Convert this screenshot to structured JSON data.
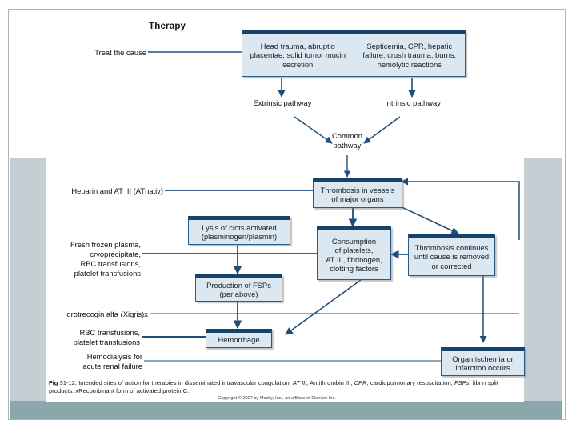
{
  "slide": {
    "title": "Therapy",
    "accent_dark": "#17436b",
    "accent_border": "#2a5a86",
    "box_fill": "#dbe7f1",
    "band_light": "#c4ced3",
    "band_teal": "#8aa7ab",
    "arrow_color": "#1f4e79"
  },
  "chart_data": {
    "type": "diagram",
    "title": "Intended sites of action for therapies in disseminated intravascular coagulation",
    "nodes": [
      {
        "id": "causes-obstetric",
        "label": "Head trauma, abruptio placentae, solid tumor mucin secretion"
      },
      {
        "id": "causes-systemic",
        "label": "Septicemia, CPR, hepatic failure, crush trauma, burns, hemolytic reactions"
      },
      {
        "id": "extrinsic-pathway",
        "label": "Extrinsic pathway"
      },
      {
        "id": "intrinsic-pathway",
        "label": "Intrinsic pathway"
      },
      {
        "id": "common-pathway",
        "label": "Common pathway"
      },
      {
        "id": "thrombosis-vessels",
        "label": "Thrombosis in vessels of major organs"
      },
      {
        "id": "lysis-of-clots",
        "label": "Lysis of clots activated (plasminogen/plasmin)"
      },
      {
        "id": "consumption",
        "label": "Consumption of platelets, AT III, fibrinogen, clotting factors"
      },
      {
        "id": "thrombosis-continues",
        "label": "Thrombosis continues until cause is removed or corrected"
      },
      {
        "id": "production-fsps",
        "label": "Production of FSPs (per above)"
      },
      {
        "id": "hemorrhage",
        "label": "Hemorrhage"
      },
      {
        "id": "organ-ischemia",
        "label": "Organ ischemia or infarction occurs"
      }
    ],
    "edges": [
      {
        "from": "causes-obstetric",
        "to": "extrinsic-pathway"
      },
      {
        "from": "causes-systemic",
        "to": "intrinsic-pathway"
      },
      {
        "from": "extrinsic-pathway",
        "to": "common-pathway"
      },
      {
        "from": "intrinsic-pathway",
        "to": "common-pathway"
      },
      {
        "from": "common-pathway",
        "to": "thrombosis-vessels"
      },
      {
        "from": "thrombosis-vessels",
        "to": "consumption"
      },
      {
        "from": "thrombosis-vessels",
        "to": "thrombosis-continues"
      },
      {
        "from": "thrombosis-continues",
        "to": "thrombosis-vessels"
      },
      {
        "from": "thrombosis-continues",
        "to": "consumption"
      },
      {
        "from": "thrombosis-continues",
        "to": "organ-ischemia"
      },
      {
        "from": "lysis-of-clots",
        "to": "production-fsps"
      },
      {
        "from": "production-fsps",
        "to": "hemorrhage"
      },
      {
        "from": "consumption",
        "to": "hemorrhage"
      }
    ],
    "therapy_connectors": [
      {
        "label": "Treat the cause",
        "target": "causes-obstetric"
      },
      {
        "label": "Heparin and AT III (ATnativ)",
        "target": "thrombosis-vessels"
      },
      {
        "label": "Fresh frozen plasma, cryoprecipitate, RBC transfusions, platelet transfusions",
        "target": "consumption"
      },
      {
        "label": "drotrecogin alfa (Xigris)x",
        "target": "organ-ischemia"
      },
      {
        "label": "RBC transfusions, platelet transfusions",
        "target": "hemorrhage"
      },
      {
        "label": "Hemodialysis for acute renal failure",
        "target": "organ-ischemia"
      }
    ]
  },
  "nodes": {
    "causes_obstetric": {
      "lines": [
        "Head trauma, abruptio",
        "placentae, solid tumor",
        "mucin secretion"
      ]
    },
    "causes_systemic": {
      "lines": [
        "Septicemia, CPR, hepatic",
        "failure, crush trauma, burns,",
        "hemolytic reactions"
      ]
    },
    "thrombosis_vessels": {
      "lines": [
        "Thrombosis in vessels",
        "of major organs"
      ]
    },
    "lysis_of_clots": {
      "lines": [
        "Lysis of clots activated",
        "(plasminogen/plasmin)"
      ]
    },
    "consumption": {
      "lines": [
        "Consumption",
        "of platelets,",
        "AT III, fibrinogen,",
        "clotting factors"
      ]
    },
    "thrombosis_continues": {
      "lines": [
        "Thrombosis continues",
        "until cause is removed",
        "or corrected"
      ]
    },
    "production_fsps": {
      "lines": [
        "Production of FSPs",
        "(per above)"
      ]
    },
    "hemorrhage": {
      "lines": [
        "Hemorrhage"
      ]
    },
    "organ_ischemia": {
      "lines": [
        "Organ ischemia or",
        "infarction occurs"
      ]
    }
  },
  "pathway_labels": {
    "extrinsic": {
      "lines": [
        "Extrinsic pathway"
      ]
    },
    "intrinsic": {
      "lines": [
        "Intrinsic pathway"
      ]
    },
    "common": {
      "lines": [
        "Common",
        "pathway"
      ]
    }
  },
  "therapy_labels": {
    "treat_cause": {
      "lines": [
        "Treat the cause"
      ]
    },
    "heparin": {
      "lines": [
        "Heparin and AT III (ATnativ)"
      ]
    },
    "ffp": {
      "lines": [
        "Fresh frozen plasma,",
        "cryoprecipitate,",
        "RBC transfusions,",
        "platelet transfusions"
      ]
    },
    "drotrecogin": {
      "lines": [
        "drotrecogin alfa (Xigris)x"
      ]
    },
    "rbc": {
      "lines": [
        "RBC transfusions,",
        "platelet transfusions"
      ]
    },
    "hemodialysis": {
      "lines": [
        "Hemodialysis for",
        "acute renal failure"
      ]
    }
  },
  "caption": {
    "fig_label": "Fig",
    "fig_number": "31-12.",
    "text_1": "Intended sites of action for therapies in disseminated intravascular coagulation.",
    "abbr_1": "AT III,",
    "text_2": "Antithrombin III;",
    "abbr_2": "CPR,",
    "text_3": "cardiopulmonary resuscitation;",
    "abbr_3": "FSPs,",
    "text_4": "fibrin split products. xRecombinant form of activated protein C.",
    "copyright": "Copyright © 2007 by Mosby, Inc., an affiliate of Elsevier Inc."
  }
}
